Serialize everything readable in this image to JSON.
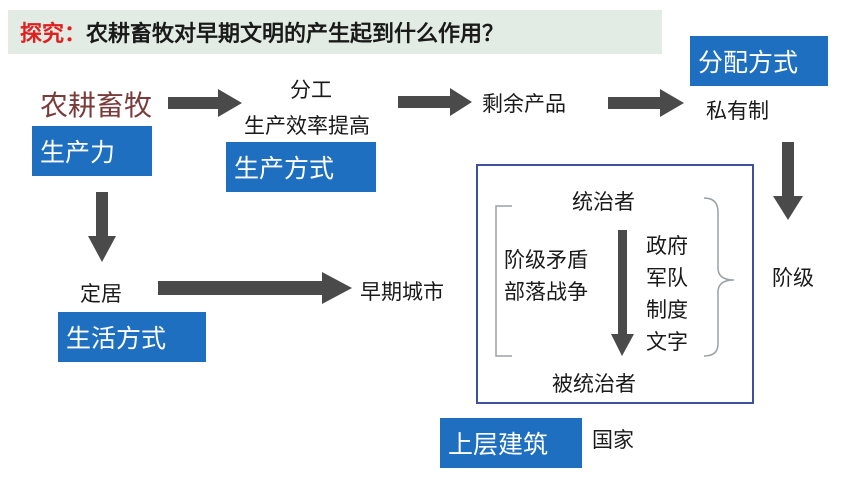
{
  "title": {
    "lead": "探究：",
    "question": "农耕畜牧对早期文明的产生起到什么作用？"
  },
  "nodes": {
    "agriculture": "农耕畜牧",
    "division_of_labor": "分工",
    "efficiency": "生产效率提高",
    "surplus": "剩余产品",
    "private_ownership": "私有制",
    "settlement": "定居",
    "early_cities": "早期城市",
    "rulers": "统治者",
    "ruled": "被统治者",
    "class_conflict": "阶级矛盾",
    "tribal_wars": "部落战争",
    "gov_items": [
      "政府",
      "军队",
      "制度",
      "文字"
    ],
    "classes": "阶级",
    "state": "国家"
  },
  "tags": {
    "productive_forces": "生产力",
    "mode_of_production": "生产方式",
    "mode_of_distribution": "分配方式",
    "way_of_life": "生活方式",
    "superstructure": "上层建筑"
  },
  "colors": {
    "tag_blue": "#1f6fc0",
    "title_red": "#e02020",
    "title_bg": "#e2ece5",
    "arrow_gray": "#4a4a4a",
    "box_border": "#3f4fa0",
    "agriculture_text": "#7a3b3b"
  }
}
